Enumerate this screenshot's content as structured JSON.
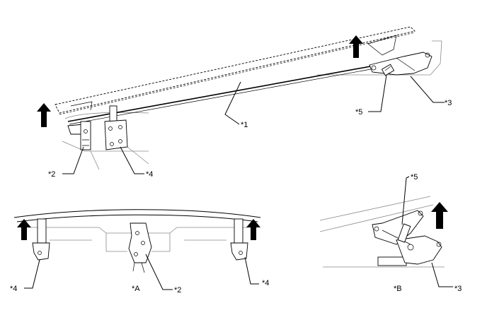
{
  "callouts": {
    "c1": "*1",
    "c2_top": "*2",
    "c4_top": "*4",
    "c5_top": "*5",
    "c3_top": "*3",
    "c4_left": "*4",
    "cA": "*A",
    "c2_bottom": "*2",
    "c4_right": "*4",
    "c5_detail": "*5",
    "cB": "*B",
    "c3_detail": "*3"
  },
  "icons": {
    "lift_arrow": "up-arrow-icon"
  }
}
